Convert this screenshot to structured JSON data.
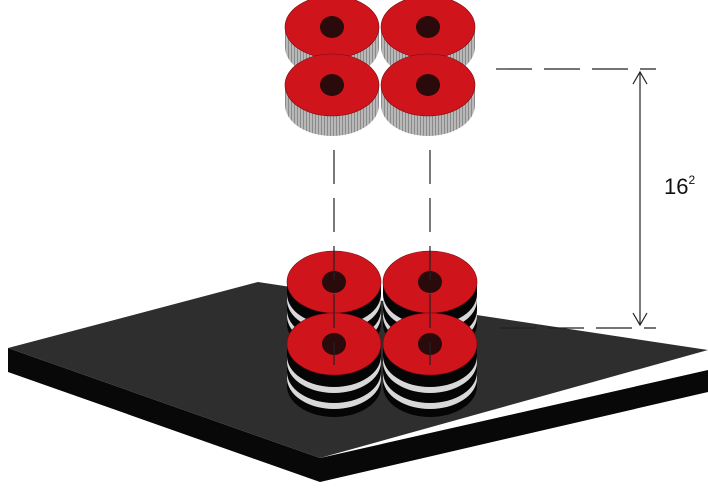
{
  "diagram": {
    "dimension_label": {
      "base": "16",
      "superscript": "2"
    },
    "colors": {
      "disc_top": "#d0141c",
      "disc_side_gray": "#a8a8a8",
      "disc_side_black": "#050505",
      "disc_stripe": "#d8d8d8",
      "center_dot": "#2a0a0a",
      "plate_top": "#2e2e2e",
      "plate_side": "#080808",
      "guide_line": "#222222"
    },
    "upper_stack": {
      "cells": 4
    },
    "lower_stack": {
      "cells": 4,
      "layers": 3
    }
  }
}
